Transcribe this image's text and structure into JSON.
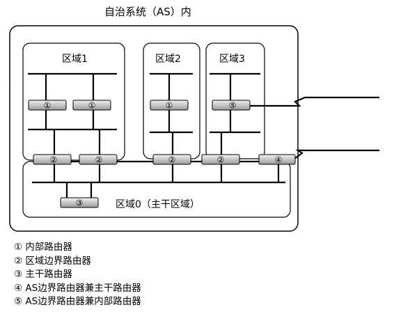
{
  "title": "自治系统（AS）内",
  "areas": [
    {
      "label": "区域1"
    },
    {
      "label": "区域2"
    },
    {
      "label": "区域3"
    },
    {
      "label": "区域0（主干区域）"
    }
  ],
  "router_marks": {
    "internal": "①",
    "border": "②",
    "backbone": "③",
    "as_backbone": "④",
    "as_internal": "⑤"
  },
  "legend": [
    "① 内部路由器",
    "② 区域边界路由器",
    "③ 主干路由器",
    "④ AS边界路由器兼主干路由器",
    "⑤ AS边界路由器兼内部路由器"
  ]
}
